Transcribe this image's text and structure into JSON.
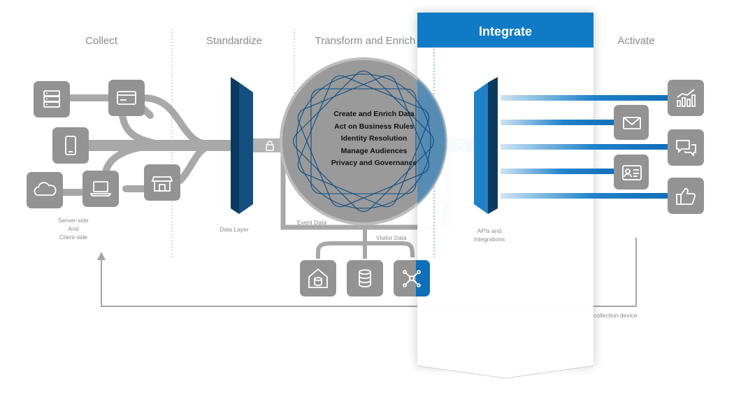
{
  "stages": {
    "collect": "Collect",
    "standardize": "Standardize",
    "transform": "Transform and Enrich",
    "integrate": "Integrate",
    "activate": "Activate"
  },
  "labels": {
    "source_line1": "Server-side",
    "source_line2": "And",
    "source_line3": "Client-side",
    "data_layer": "Data Layer",
    "event_data": "Event Data",
    "visitor_data": "Visitor Data",
    "apis_line1": "APIs and",
    "apis_line2": "Integrations",
    "collection_device": "collection device"
  },
  "hub": {
    "items": [
      "Create and Enrich Data",
      "Act on Business Rules",
      "Identity Resolution",
      "Manage Audiences",
      "Privacy and Governance"
    ]
  },
  "icons": {
    "sources": [
      "server-icon",
      "credit-card-icon",
      "smartphone-icon",
      "cloud-icon",
      "laptop-icon",
      "storefront-icon"
    ],
    "storage": [
      "data-warehouse-icon",
      "database-icon",
      "network-icon"
    ],
    "destinations": [
      "analytics-chart-icon",
      "email-icon",
      "chat-icon",
      "contact-card-icon",
      "thumbs-up-icon"
    ]
  },
  "colors": {
    "gray": "#939393",
    "dark_blue": "#0b3a60",
    "accent_blue": "#0f7ac6",
    "text_gray": "#8a8a8a"
  }
}
